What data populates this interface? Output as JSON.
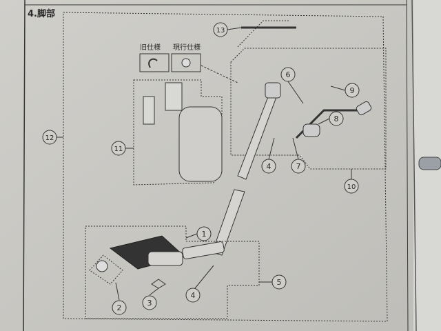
{
  "section_title": "4.脚部",
  "spec_labels": {
    "old": "旧仕様",
    "current": "現行仕様"
  },
  "callouts": {
    "c1": "1",
    "c2": "2",
    "c3": "3",
    "c4a": "4",
    "c4b": "4",
    "c5": "5",
    "c6": "6",
    "c7": "7",
    "c8": "8",
    "c9": "9",
    "c10": "10",
    "c11": "11",
    "c12": "12",
    "c13": "13"
  }
}
